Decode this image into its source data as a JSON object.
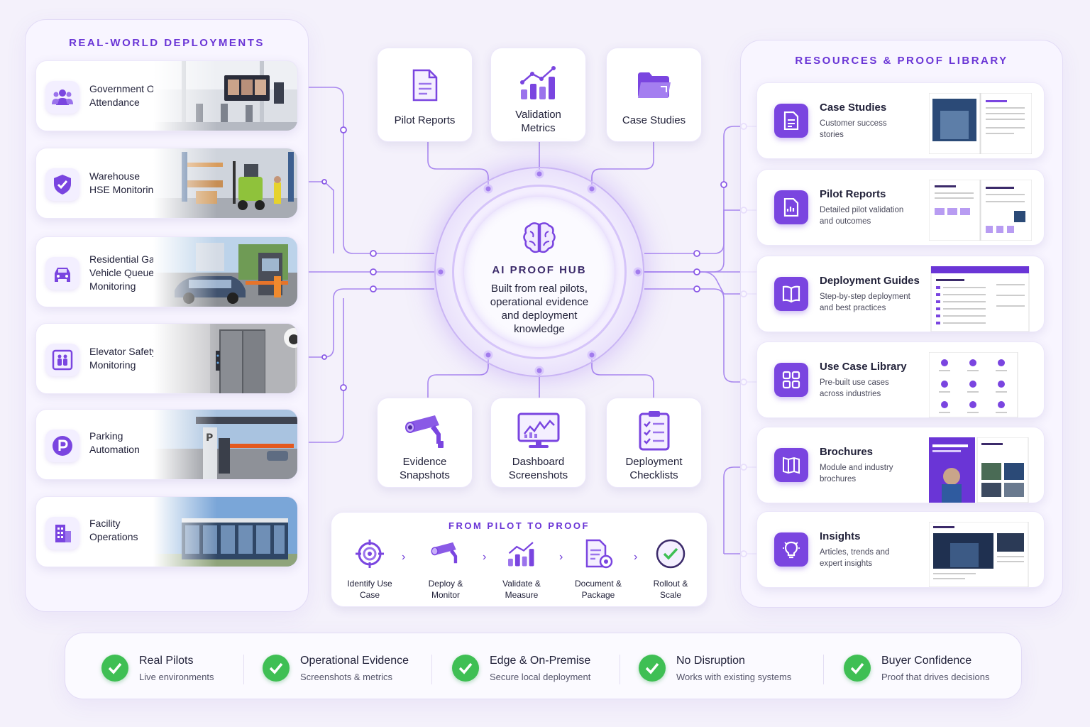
{
  "deployments": {
    "title": "REAL-WORLD DEPLOYMENTS",
    "items": [
      {
        "label": "Government Office\nAttendance",
        "icon": "people-icon"
      },
      {
        "label": "Warehouse\nHSE Monitoring",
        "icon": "shield-check-icon"
      },
      {
        "label": "Residential Gate\nVehicle Queue\nMonitoring",
        "icon": "car-icon"
      },
      {
        "label": "Elevator Safety\nMonitoring",
        "icon": "elevator-icon"
      },
      {
        "label": "Parking\nAutomation",
        "icon": "parking-icon"
      },
      {
        "label": "Facility\nOperations",
        "icon": "building-icon"
      }
    ]
  },
  "evidence_top": [
    {
      "label": "Pilot Reports",
      "icon": "document-icon"
    },
    {
      "label": "Validation\nMetrics",
      "icon": "bar-chart-icon"
    },
    {
      "label": "Case Studies",
      "icon": "folder-icon"
    }
  ],
  "evidence_bottom": [
    {
      "label": "Evidence\nSnapshots",
      "icon": "cctv-camera-icon"
    },
    {
      "label": "Dashboard\nScreenshots",
      "icon": "monitor-chart-icon"
    },
    {
      "label": "Deployment\nChecklists",
      "icon": "checklist-icon"
    }
  ],
  "hub": {
    "title": "AI PROOF HUB",
    "text": "Built from real pilots,\noperational evidence\nand deployment\nknowledge",
    "icon": "brain-icon"
  },
  "pipeline": {
    "title": "FROM PILOT TO PROOF",
    "steps": [
      {
        "label": "Identify Use\nCase",
        "icon": "target-icon"
      },
      {
        "label": "Deploy &\nMonitor",
        "icon": "cctv-camera-icon"
      },
      {
        "label": "Validate &\nMeasure",
        "icon": "bar-chart-icon"
      },
      {
        "label": "Document &\nPackage",
        "icon": "document-gear-icon"
      },
      {
        "label": "Rollout &\nScale",
        "icon": "check-circle-icon"
      }
    ]
  },
  "resources": {
    "title": "RESOURCES & PROOF LIBRARY",
    "items": [
      {
        "title": "Case Studies",
        "desc": "Customer success\nstories",
        "icon": "document-icon"
      },
      {
        "title": "Pilot Reports",
        "desc": "Detailed pilot validation\nand outcomes",
        "icon": "report-icon"
      },
      {
        "title": "Deployment Guides",
        "desc": "Step-by-step deployment\nand best practices",
        "icon": "book-icon"
      },
      {
        "title": "Use Case Library",
        "desc": "Pre-built use cases\nacross industries",
        "icon": "grid-icon"
      },
      {
        "title": "Brochures",
        "desc": "Module and industry\nbrochures",
        "icon": "brochure-icon"
      },
      {
        "title": "Insights",
        "desc": "Articles, trends and\nexpert insights",
        "icon": "lightbulb-icon"
      }
    ]
  },
  "benefits": [
    {
      "title": "Real Pilots",
      "sub": "Live environments"
    },
    {
      "title": "Operational Evidence",
      "sub": "Screenshots & metrics"
    },
    {
      "title": "Edge & On-Premise",
      "sub": "Secure local deployment"
    },
    {
      "title": "No Disruption",
      "sub": "Works with existing systems"
    },
    {
      "title": "Buyer Confidence",
      "sub": "Proof that drives decisions"
    }
  ],
  "colors": {
    "accent": "#6a35d6",
    "icon_bg": "#7a45e0",
    "check": "#3fbf54",
    "background": "#f4f1fb"
  }
}
